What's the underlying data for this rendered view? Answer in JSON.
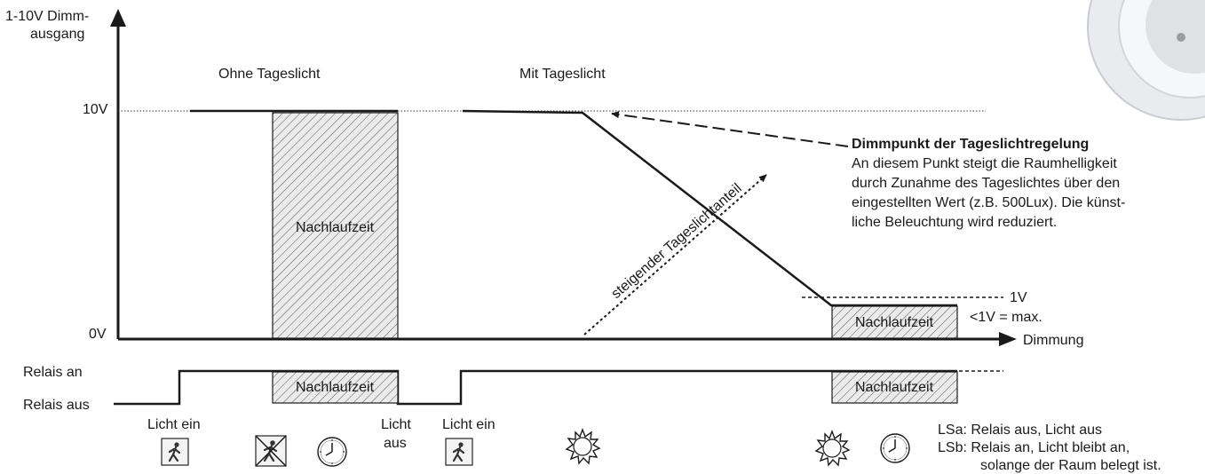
{
  "axes": {
    "y_label_line1": "1-10V Dimm-",
    "y_label_line2": "ausgang",
    "x_label": "Dimmung",
    "tick_10v": "10V",
    "tick_0v": "0V",
    "tick_1v": "1V",
    "below_1v_note": "<1V = max."
  },
  "sections": {
    "without_daylight": "Ohne Tageslicht",
    "with_daylight": "Mit Tageslicht",
    "run_on_time": "Nachlaufzeit",
    "rising_daylight": "steigender Tageslichtanteil"
  },
  "callout": {
    "title": "Dimmpunkt der Tageslichtregelung",
    "lines": [
      "An diesem Punkt steigt die Raumhelligkeit",
      "durch Zunahme des Tageslichtes über den",
      "eingestellten Wert (z.B. 500Lux). Die künst-",
      "liche Beleuchtung wird reduziert."
    ]
  },
  "relay": {
    "on_label": "Relais an",
    "off_label": "Relais aus"
  },
  "events": {
    "light_on_1": "Licht ein",
    "light_off_line1": "Licht",
    "light_off_line2": "aus",
    "light_on_2": "Licht ein"
  },
  "legend": {
    "lsa": "LSa: Relais aus, Licht aus",
    "lsb_line1": "LSb: Relais an, Licht bleibt an,",
    "lsb_line2": "solange der Raum belegt ist."
  },
  "icons": [
    "walking-person-icon",
    "no-person-icon",
    "clock-icon",
    "sun-icon",
    "sun-icon",
    "clock-icon",
    "walking-person-icon"
  ],
  "colors": {
    "ink": "#1a1a1a",
    "hatch_bg": "#ebebeb"
  }
}
